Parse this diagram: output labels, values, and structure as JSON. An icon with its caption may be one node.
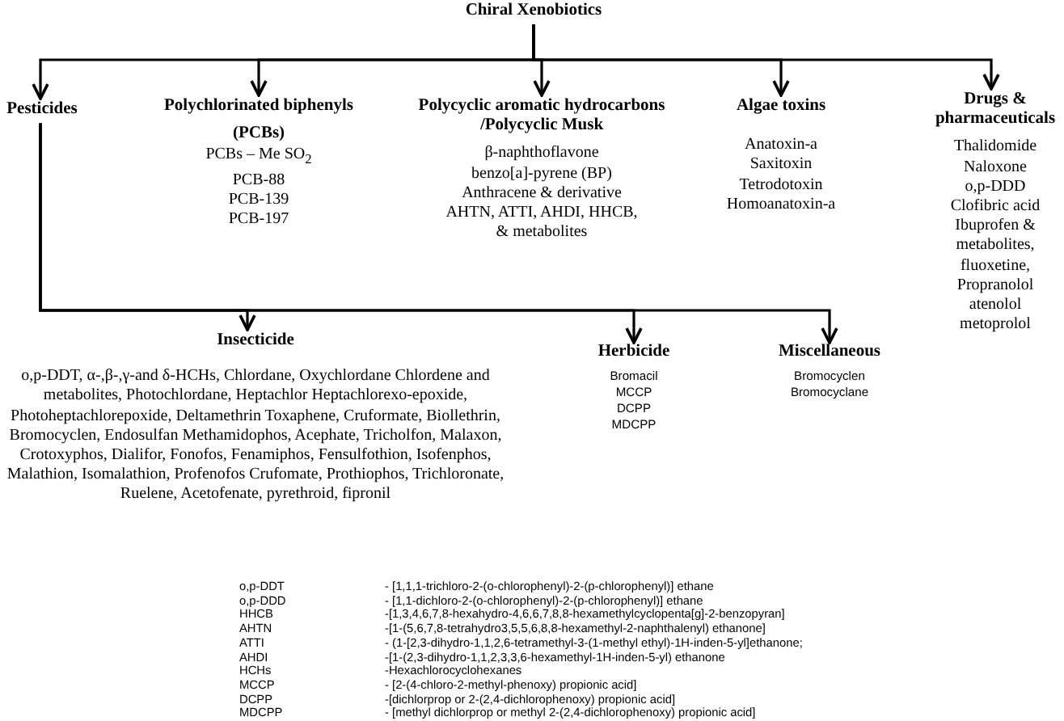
{
  "diagram": {
    "nodes": [
      {
        "text": [
          "Chiral Xenobiotics"
        ]
      },
      {
        "text": [
          "Pesticides"
        ]
      },
      {
        "text": [
          "Polychlorinated biphenyls",
          "(PCBs)",
          "PCBs – Me SO$_{2}$",
          "PCB-88",
          "PCB-139",
          "PCB-197"
        ]
      },
      {
        "text": [
          "Polycyclic aromatic hydrocarbons /Polycyclic Musk",
          "β-naphthoflavone",
          "benzo[a]-pyrene (BP)",
          "Anthracene & derivative",
          "AHTN, ATTI, AHDI, HHCB,",
          "& metabolites"
        ]
      },
      {
        "text": [
          "Algae toxins",
          "Anatoxin-a",
          "Saxitoxin",
          "Tetrodotoxin",
          "Homoanatoxin-a"
        ]
      },
      {
        "text": [
          "Drugs & pharmaceuticals",
          "Thalidomide",
          "Naloxone",
          "o,p-DDD",
          "Clofibric acid",
          "Ibuprofen & metabolites,",
          "fluoxetine,",
          "Propranolol",
          "atenolol",
          "metoprolol"
        ]
      },
      {
        "text": [
          "Insecticide",
          "o,p-DDT, α-,β-,γ-and δ-HCHs, Chlordane, Oxychlordane Chlordene and metabolites, Photochlordane, Heptachlor Heptachlorexo-epoxide, Photoheptachlorepoxide, Deltamethrin Toxaphene, Cruformate, Biollethrin, Bromocyclen, Endosulfan Methamidophos, Acephate, Tricholfon, Malaxon, Crotoxyphos, Dialifor, Fonofos, Fenamiphos, Fensulfothion, Isofenphos, Malathion, Isomalathion, Profenofos Crufomate, Prothiophos, Trichloronate, Ruelene, Acetofenate, pyrethroid, fipronil"
        ]
      },
      {
        "text": [
          "Herbicide",
          "Bromacil",
          "MCCP",
          "DCPP",
          "MDCPP"
        ]
      },
      {
        "text": [
          "Miscellaneous",
          "Bromocyclen",
          "Bromocyclane"
        ]
      }
    ],
    "edges": [
      {
        "from": 0,
        "to": 1,
        "arrow": "to"
      },
      {
        "from": 0,
        "to": 2,
        "arrow": "to"
      },
      {
        "from": 0,
        "to": 3,
        "arrow": "to"
      },
      {
        "from": 0,
        "to": 4,
        "arrow": "to"
      },
      {
        "from": 0,
        "to": 5,
        "arrow": "to"
      },
      {
        "from": 1,
        "to": 6,
        "arrow": "to"
      },
      {
        "from": 1,
        "to": 7,
        "arrow": "to"
      },
      {
        "from": 1,
        "to": 8,
        "arrow": "to"
      }
    ],
    "labels": [
      "o,p-DDT",
      "- [1,1,1-trichloro-2-(o-chlorophenyl)-2-(p-chlorophenyl)] ethane",
      "o,p-DDD",
      "- [1,1-dichloro-2-(o-chlorophenyl)-2-(p-chlorophenyl)] ethane",
      "HHCB",
      "-[1,3,4,6,7,8-hexahydro-4,6,6,7,8,8-hexamethylcyclopenta[g]-2-benzopyran]",
      "AHTN",
      "-[1-(5,6,7,8-tetrahydro3,5,5,6,8,8-hexamethyl-2-naphthalenyl) ethanone]",
      "ATTI",
      "- (1-[2,3-dihydro-1,1,2,6-tetramethyl-3-(1-methyl ethyl)-1H-inden-5-yl]ethanone;",
      "AHDI",
      "-[1-(2,3-dihydro-1,1,2,3,3,6-hexamethyl-1H-inden-5-yl) ethanone",
      "HCHs",
      "-Hexachlorocyclohexanes",
      "MCCP",
      "- [2-(4-chloro-2-methyl-phenoxy) propionic acid]",
      "DCPP",
      "-[dichlorprop or 2-(2,4-dichlorophenoxy) propionic acid]",
      "MDCPP",
      "- [methyl dichlorprop or methyl 2-(2,4-dichlorophenoxy) propionic acid]"
    ]
  }
}
